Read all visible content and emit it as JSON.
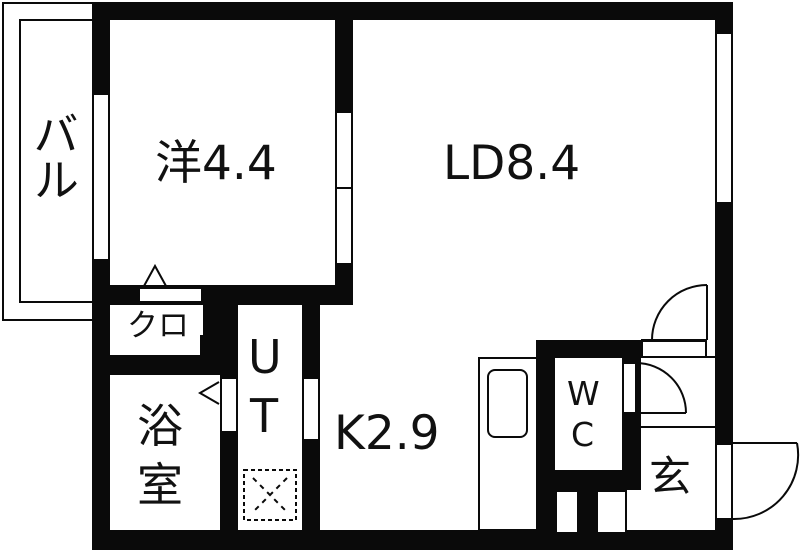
{
  "floorplan": {
    "rooms": [
      {
        "id": "western-room",
        "label": "洋4.4",
        "type": "洋室",
        "size_jo": 4.4
      },
      {
        "id": "living-dining",
        "label": "LD8.4",
        "type": "LD",
        "size_jo": 8.4
      },
      {
        "id": "kitchen",
        "label": "K2.9",
        "type": "K",
        "size_jo": 2.9
      },
      {
        "id": "balcony",
        "label": "バル",
        "type": "バルコニー"
      },
      {
        "id": "closet",
        "label": "クロ",
        "type": "クローゼット"
      },
      {
        "id": "bathroom",
        "label_line1": "浴",
        "label_line2": "室",
        "type": "浴室"
      },
      {
        "id": "utility",
        "label_line1": "U",
        "label_line2": "T",
        "type": "UT"
      },
      {
        "id": "toilet",
        "label_line1": "W",
        "label_line2": "C",
        "type": "WC"
      },
      {
        "id": "entrance",
        "label": "玄",
        "type": "玄関"
      }
    ],
    "colors": {
      "wall": "#0a0a0a",
      "background": "#ffffff"
    }
  }
}
